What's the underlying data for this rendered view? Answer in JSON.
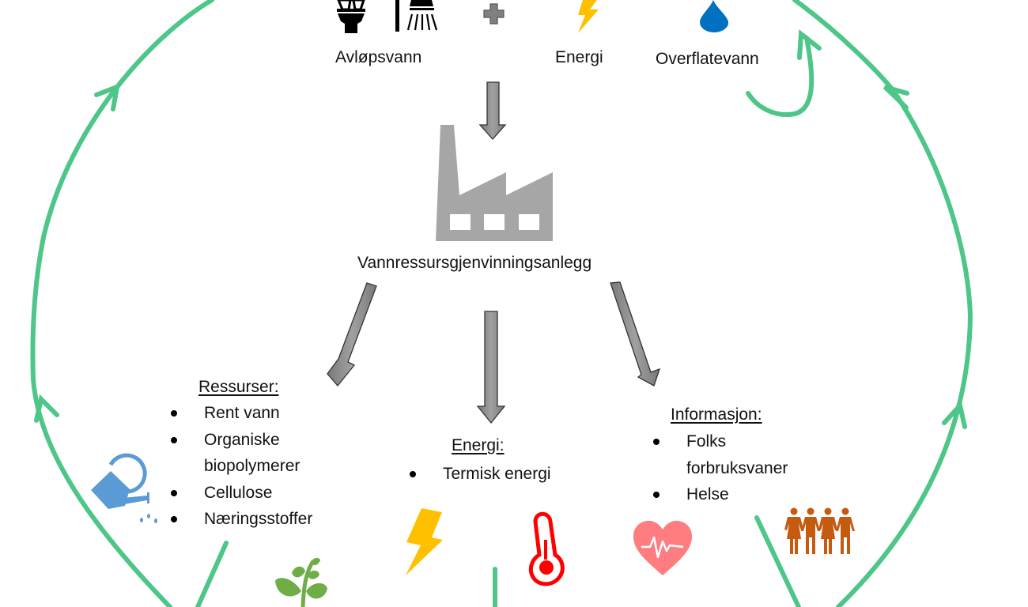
{
  "colors": {
    "cycle_arrow": "#4dc688",
    "process_arrow_fill": "#8c8c8c",
    "process_arrow_stroke": "#333333",
    "factory": "#a6a6a6",
    "lightning": "#ffc000",
    "water_drop": "#0070c0",
    "watering_can": "#5b9bd5",
    "plant": "#70ad47",
    "thermometer": "#ff0000",
    "heart": "#ff7c80",
    "people": "#c55a11"
  },
  "inputs": {
    "wastewater_label": "Avløpsvann",
    "energy_label": "Energi",
    "surface_water_label": "Overflatevann",
    "plus_symbol": "+"
  },
  "plant": {
    "label": "Vannressursgjenvinningsanlegg"
  },
  "outputs": {
    "resources": {
      "heading": "Ressurser:",
      "items": [
        "Rent vann",
        "Organiske",
        "biopolymerer",
        "Cellulose",
        "Næringsstoffer"
      ]
    },
    "energy": {
      "heading": "Energi:",
      "items": [
        "Termisk energi"
      ]
    },
    "information": {
      "heading": "Informasjon:",
      "items": [
        "Folks",
        "forbruksvaner",
        "Helse"
      ]
    }
  },
  "icons": [
    "toilet-icon",
    "shower-icon",
    "plus-icon",
    "lightning-icon",
    "water-drop-icon",
    "factory-icon",
    "watering-can-icon",
    "plant-icon",
    "thermometer-icon",
    "heart-pulse-icon",
    "people-icon"
  ]
}
